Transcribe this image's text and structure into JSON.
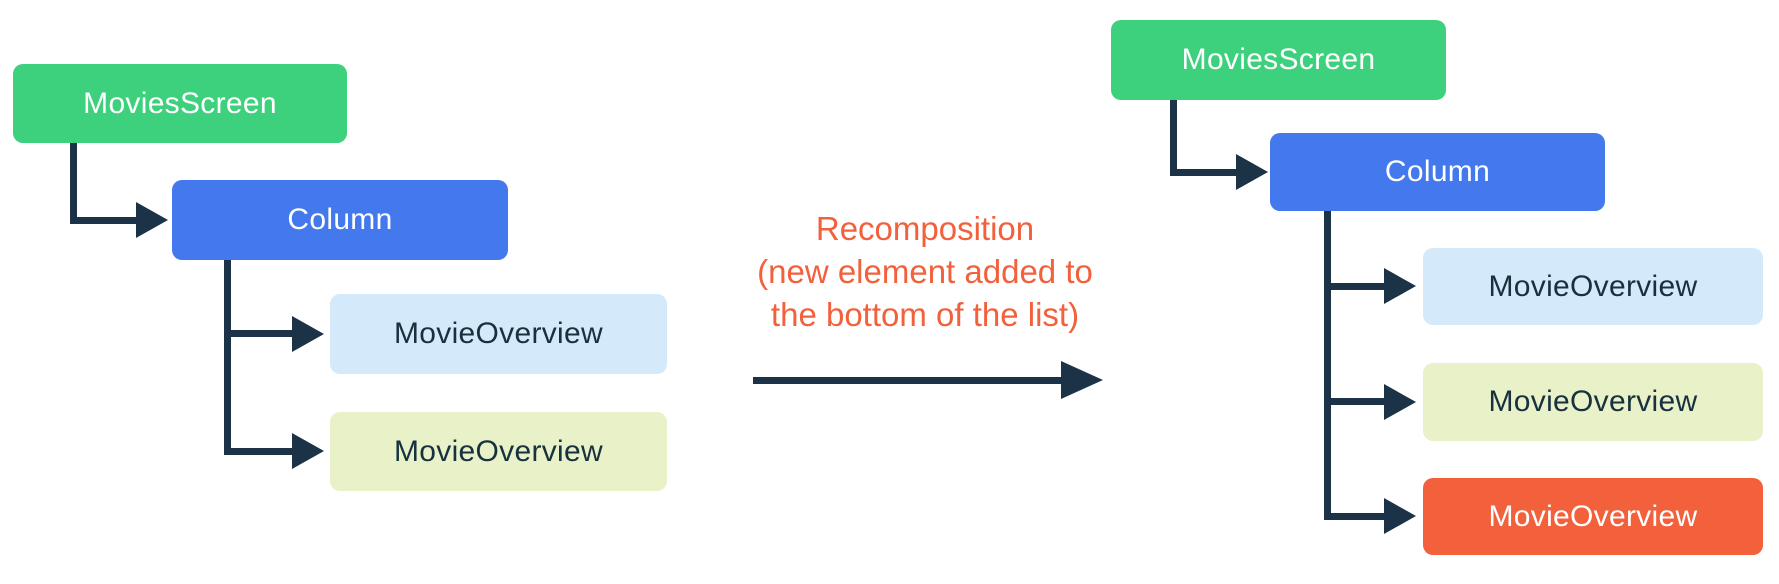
{
  "colors": {
    "green": "#3ED17D",
    "blue": "#4379EC",
    "light_blue": "#D4EAFB",
    "light_yellow": "#E9F1C8",
    "orange": "#F2603C",
    "connector": "#1C3246",
    "dark_text": "#17313F",
    "light_text": "#FFFFFF",
    "background": "#FFFFFF"
  },
  "left_tree": {
    "root": "MoviesScreen",
    "container": "Column",
    "items": [
      "MovieOverview",
      "MovieOverview"
    ]
  },
  "right_tree": {
    "root": "MoviesScreen",
    "container": "Column",
    "items": [
      "MovieOverview",
      "MovieOverview",
      "MovieOverview"
    ]
  },
  "caption": {
    "lines": [
      "Recomposition",
      "(new element added to",
      "the bottom of the list)"
    ]
  }
}
